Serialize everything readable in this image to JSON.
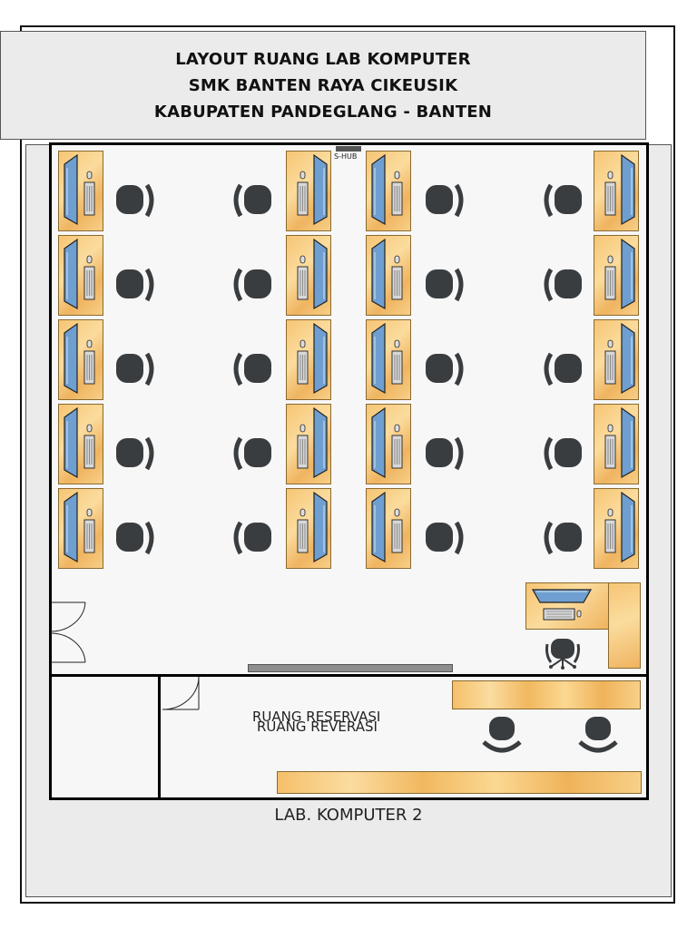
{
  "header": {
    "line1": "LAYOUT RUANG LAB KOMPUTER",
    "line2": "SMK BANTEN RAYA CIKEUSIK",
    "line3": "KABUPATEN PANDEGLANG - BANTEN"
  },
  "hub_label": "S-HUB",
  "reservation_room": {
    "label": "RUANG RESERVASI",
    "label_overlap": "RUANG REVERASI"
  },
  "caption": "LAB. KOMPUTER 2",
  "layout": {
    "student_rows": 5,
    "desk_columns": 4,
    "student_workstations": 20
  },
  "colors": {
    "desk": "#f6c574",
    "wall": "#000000",
    "background_panel": "#ebebeb",
    "monitor": "#6f9fd0",
    "chair": "#3a3d40"
  },
  "icons": [
    "monitor-icon",
    "keyboard-icon",
    "mouse-icon",
    "chair-icon",
    "door-icon"
  ]
}
